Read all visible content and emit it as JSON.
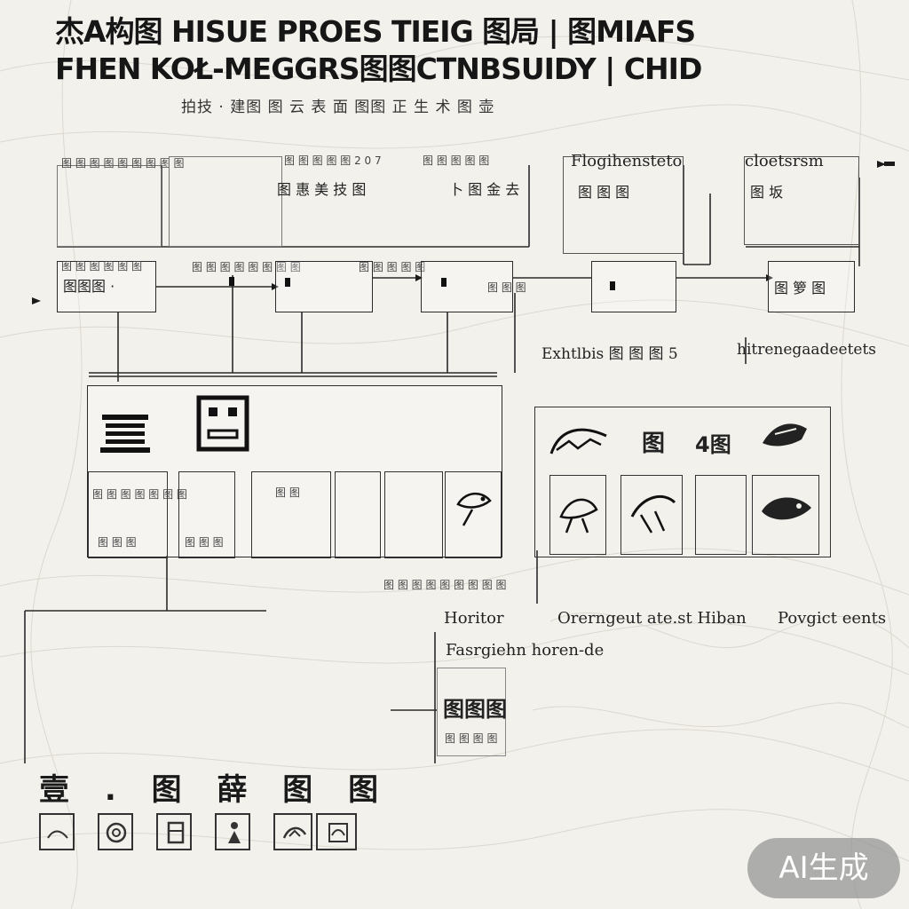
{
  "header": {
    "title_line1": "杰A构图 HISUE PROES TIEIG 图局 | 图MIAFS",
    "title_line2": "FHEN KOŁ-MEGGRS图图CTNBSUIDY | CHID",
    "subtitle": "拍技 · 建图 图 云 表 面 图图 正 生 术 图 壶"
  },
  "top_panels": {
    "p1_caption": "图 图 图 图 图 图 图 图 图",
    "p2_caption": "图 图 图 图 图 2 0 7",
    "p2_text": "图 惠 美 技 图",
    "p3_caption": "图 图 图 图 图",
    "p3_text": "卜 图 金 去",
    "p4_title": "Flogihensteto",
    "p4_text": "图 图 图",
    "p5_title": "cloetsrsm",
    "p5_text": "图 坂"
  },
  "process_row": {
    "b1_label": "图图图 ·",
    "b1_caption": "图 图 图 图 图 图",
    "b2_caption": "图 图 图 图 图 图 图 图",
    "b3_caption": "图 图 图 图 图",
    "b4_caption": "图 图 图",
    "b5_label": "图 箩 图"
  },
  "mid_labels": {
    "left": "Exhtlbis 图 图 图 5",
    "right": "hitrenegaadeetets"
  },
  "left_panel": {
    "cell_caption": "图 图 图 图 图 图 图",
    "cell_sub1": "图 图 图",
    "cell_sub2": "图 图 图",
    "cell_sub3": "图 图",
    "bottom_caption": "图 图 图 图 图 图 图 图 图"
  },
  "right_panel": {
    "t1": "图",
    "t2": "4图"
  },
  "lower_labels": {
    "l1": "Horitor",
    "l2": "Orerngeut ate.st Hiban",
    "l3": "Povgict eents",
    "l4": "Fasrgiehn horen-de",
    "box_text": "图图图",
    "box_sub": "图 图 图 图"
  },
  "footer": {
    "label": "壹 . 图 薛 图 图"
  },
  "watermark": "AI生成",
  "icons": [
    "arrow-right-icon",
    "building-icon",
    "face-icon",
    "fish-icon",
    "dragon-icon",
    "bird-icon",
    "target-icon",
    "vase-icon",
    "person-icon",
    "scroll-icon",
    "boat-icon"
  ]
}
